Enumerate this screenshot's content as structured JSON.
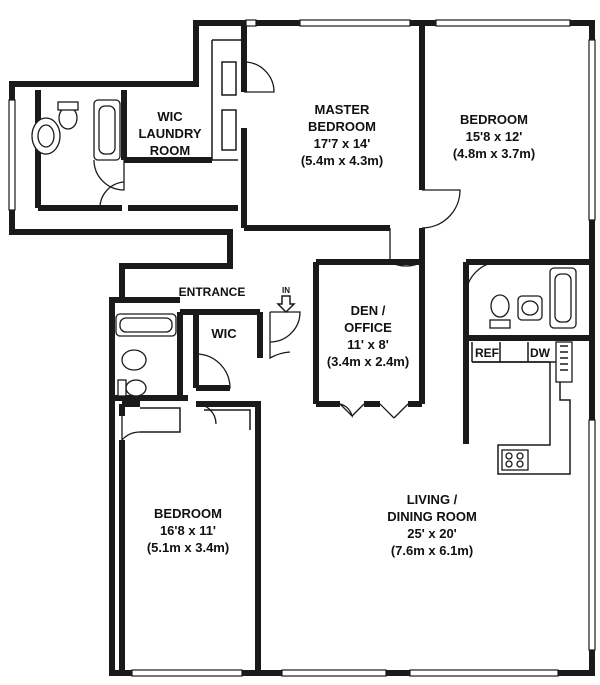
{
  "rooms": {
    "master": {
      "name1": "MASTER",
      "name2": "BEDROOM",
      "dims_ft": "17'7 x 14'",
      "dims_m": "(5.4m x 4.3m)"
    },
    "bedroom_ne": {
      "name": "BEDROOM",
      "dims_ft": "15'8 x 12'",
      "dims_m": "(4.8m x 3.7m)"
    },
    "wic_laundry": {
      "line1": "WIC",
      "line2": "LAUNDRY",
      "line3": "ROOM"
    },
    "entrance": {
      "name": "ENTRANCE"
    },
    "wic": {
      "name": "WIC"
    },
    "den": {
      "name1": "DEN /",
      "name2": "OFFICE",
      "dims_ft": "11' x 8'",
      "dims_m": "(3.4m x 2.4m)"
    },
    "bedroom_sw": {
      "name": "BEDROOM",
      "dims_ft": "16'8 x 11'",
      "dims_m": "(5.1m x 3.4m)"
    },
    "living": {
      "name1": "LIVING  /",
      "name2": "DINING ROOM",
      "dims_ft": "25' x 20'",
      "dims_m": "(7.6m x 6.1m)"
    }
  },
  "kitchen": {
    "ref": "REF",
    "dw": "DW"
  },
  "entry_marker": {
    "text": "IN"
  }
}
